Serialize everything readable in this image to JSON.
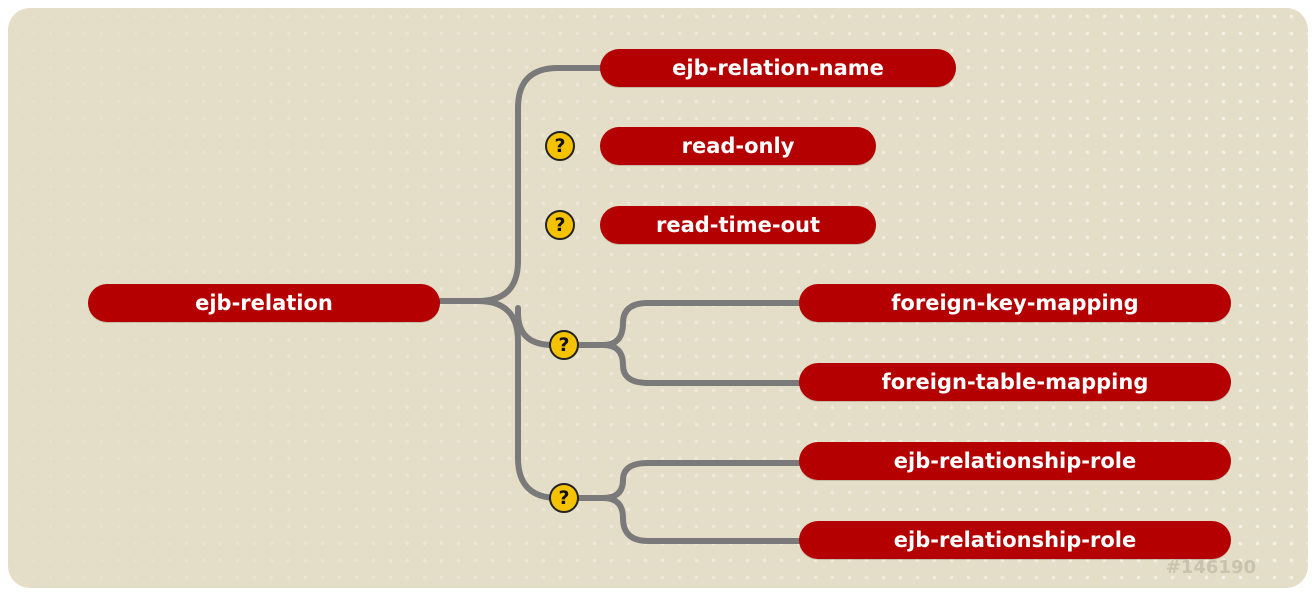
{
  "diagram": {
    "root": {
      "label": "ejb-relation"
    },
    "children": [
      {
        "label": "ejb-relation-name",
        "optional": false
      },
      {
        "label": "read-only",
        "optional": true,
        "optional_icon": "question-mark-icon",
        "optional_symbol": "?"
      },
      {
        "label": "read-time-out",
        "optional": true,
        "optional_icon": "question-mark-icon",
        "optional_symbol": "?"
      }
    ],
    "choice_group_1": {
      "optional": true,
      "optional_icon": "question-mark-icon",
      "optional_symbol": "?",
      "items": [
        {
          "label": "foreign-key-mapping"
        },
        {
          "label": "foreign-table-mapping"
        }
      ]
    },
    "sequence_group_2": {
      "optional": true,
      "optional_icon": "question-mark-icon",
      "optional_symbol": "?",
      "items": [
        {
          "label": "ejb-relationship-role"
        },
        {
          "label": "ejb-relationship-role"
        }
      ]
    },
    "identifier": "#146190"
  },
  "colors": {
    "background": "#e4ddc7",
    "node_fill": "#b40000",
    "node_text": "#ffffff",
    "connector": "#7a7a7a",
    "optional_badge": "#f5c200"
  }
}
